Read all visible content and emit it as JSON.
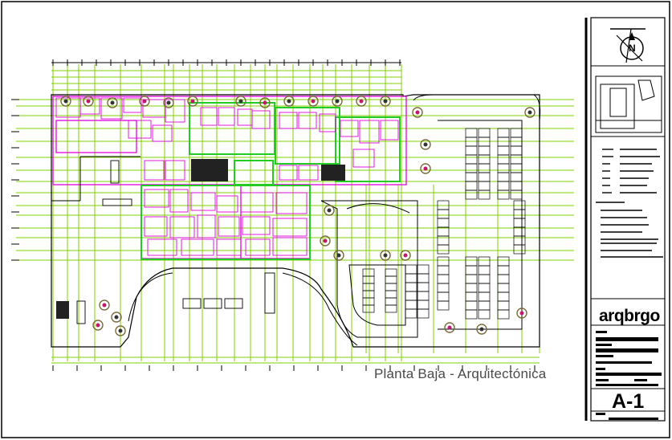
{
  "drawing": {
    "caption": "Planta Baja - Arquitectónica",
    "logo": "arqbrgo",
    "sheet_number": "A-1",
    "north_label": "N"
  },
  "colors": {
    "wall": "#e000e0",
    "grid": "#7fd000",
    "zone": "#22cc22",
    "ink": "#000000",
    "tree": "#7a6a3a",
    "tree_accent": "#c2186a"
  }
}
